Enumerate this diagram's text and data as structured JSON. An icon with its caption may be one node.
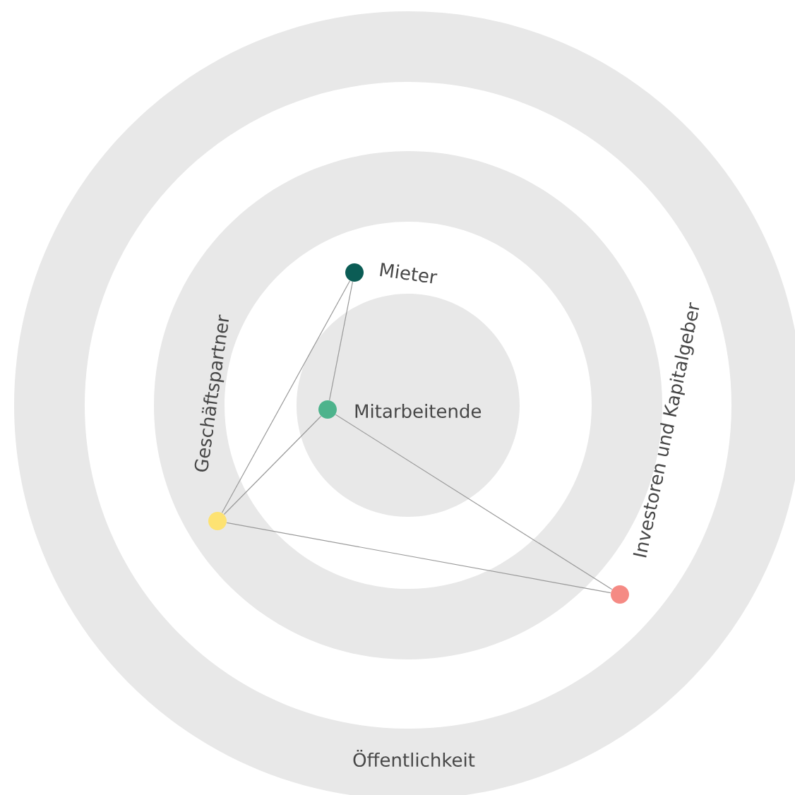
{
  "diagram": {
    "nodes": [
      {
        "text": [],
        "shape": "circle",
        "beside": [
          "Mieter"
        ]
      },
      {
        "text": [],
        "shape": "circle",
        "beside": [
          "Mitarbeitende"
        ]
      },
      {
        "text": [],
        "shape": "circle"
      },
      {
        "text": [],
        "shape": "circle"
      }
    ],
    "edges": [
      {
        "from": 0,
        "to": 1,
        "arrow": "none"
      },
      {
        "from": 0,
        "to": 2,
        "arrow": "none"
      },
      {
        "from": 1,
        "to": 2,
        "arrow": "none"
      },
      {
        "from": 1,
        "to": 3,
        "arrow": "none"
      },
      {
        "from": 2,
        "to": 3,
        "arrow": "none"
      }
    ],
    "labels": [
      "Geschäftspartner",
      "Investoren und Kapitalgeber",
      "Öffentlichkeit"
    ]
  }
}
